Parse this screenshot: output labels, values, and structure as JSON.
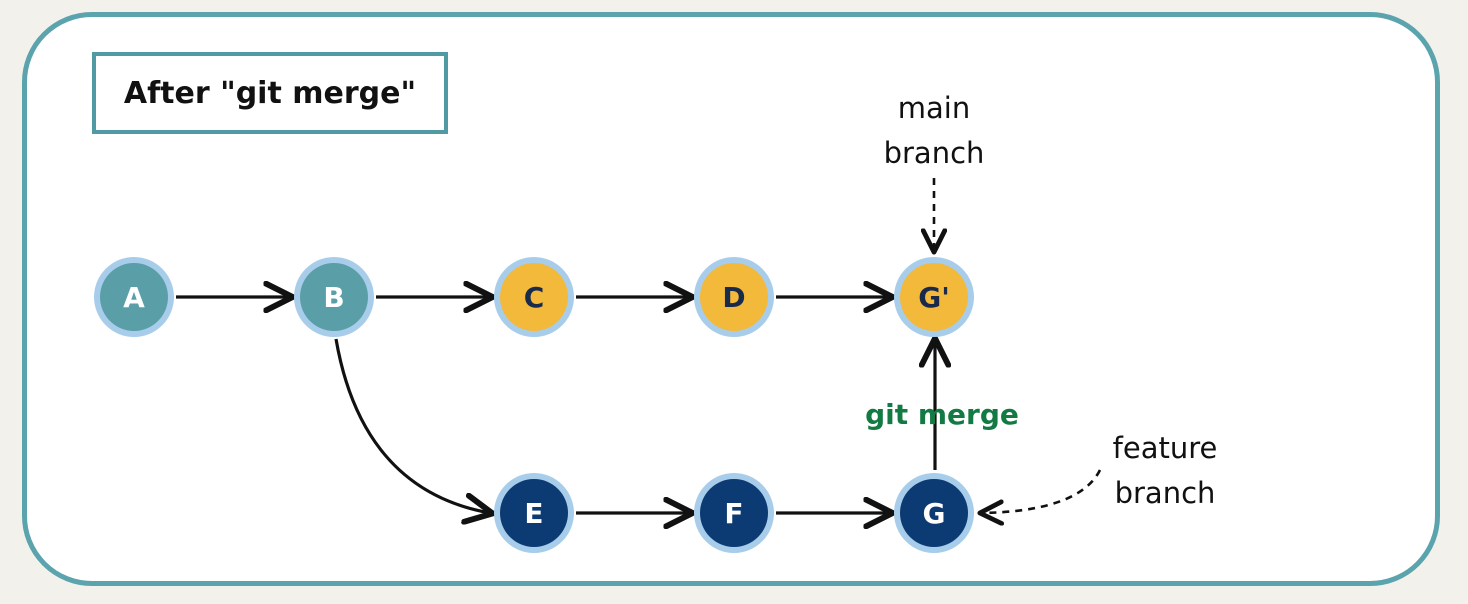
{
  "title": "After \"git merge\"",
  "colors": {
    "frame": "#5ba4ad",
    "commit_shared": "#5a9ea7",
    "commit_main": "#f2b93b",
    "commit_feature": "#0c3a72",
    "commit_ring": "#a8cdea",
    "merge_label": "#127a43"
  },
  "commits": [
    {
      "id": "A",
      "label": "A",
      "branch": "shared"
    },
    {
      "id": "B",
      "label": "B",
      "branch": "shared"
    },
    {
      "id": "C",
      "label": "C",
      "branch": "main"
    },
    {
      "id": "D",
      "label": "D",
      "branch": "main"
    },
    {
      "id": "Gp",
      "label": "G'",
      "branch": "main"
    },
    {
      "id": "E",
      "label": "E",
      "branch": "feature"
    },
    {
      "id": "F",
      "label": "F",
      "branch": "feature"
    },
    {
      "id": "G",
      "label": "G",
      "branch": "feature"
    }
  ],
  "edges": [
    {
      "from": "A",
      "to": "B"
    },
    {
      "from": "B",
      "to": "C"
    },
    {
      "from": "C",
      "to": "D"
    },
    {
      "from": "D",
      "to": "Gp"
    },
    {
      "from": "B",
      "to": "E"
    },
    {
      "from": "E",
      "to": "F"
    },
    {
      "from": "F",
      "to": "G"
    },
    {
      "from": "G",
      "to": "Gp"
    }
  ],
  "merge_label": "git merge",
  "main_branch_label": {
    "line1": "main",
    "line2": "branch"
  },
  "feature_branch_label": {
    "line1": "feature",
    "line2": "branch"
  }
}
